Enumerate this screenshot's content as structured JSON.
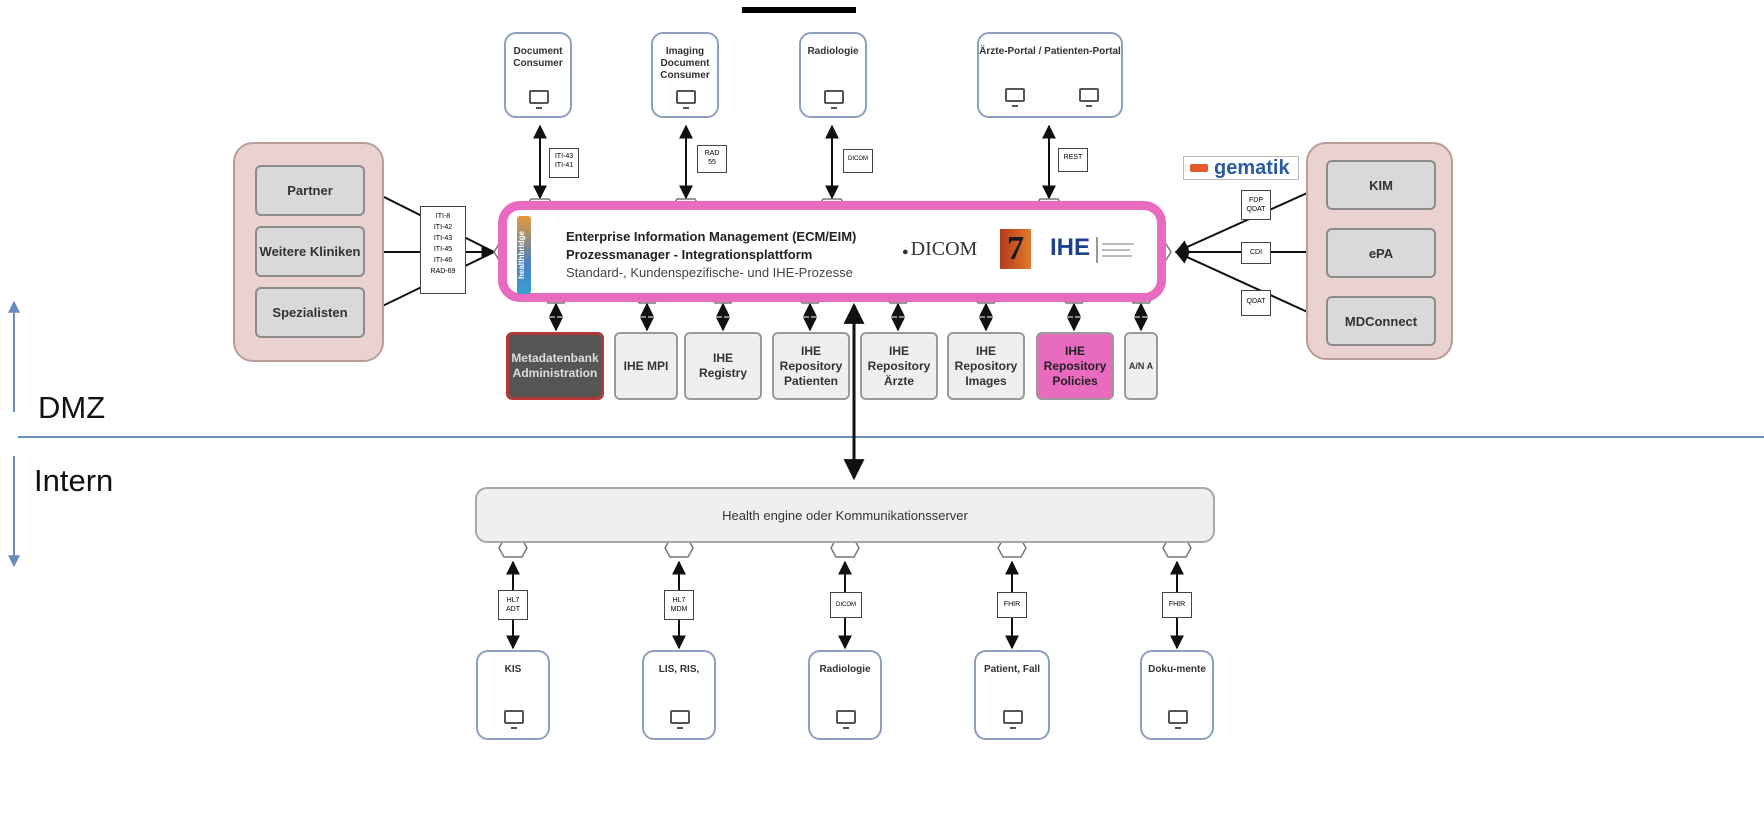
{
  "zones": {
    "dmz": "DMZ",
    "intern": "Intern"
  },
  "top_systems": [
    {
      "id": "doc-consumer",
      "label": "Document Consumer",
      "proto": "ITI-43 ITI-41"
    },
    {
      "id": "img-consumer",
      "label": "Imaging Document Consumer",
      "proto": "RAD 55"
    },
    {
      "id": "radiologie-top",
      "label": "Radiologie",
      "proto": "DICOM"
    },
    {
      "id": "portal",
      "label": "Ärzte-Portal / Patienten-Portal",
      "proto": "REST"
    }
  ],
  "left_group": {
    "items": [
      "Partner",
      "Weitere Kliniken",
      "Spezialisten"
    ],
    "protocols": [
      "ITI-8",
      "ITI-42",
      "ITI-43",
      "ITI-45",
      "ITI-46",
      "RAD-69"
    ]
  },
  "right_group": {
    "brand": "gematik",
    "items": [
      "KIM",
      "ePA",
      "MDConnect"
    ],
    "protocols": [
      "FDP QDAT",
      "CDI",
      "QDAT"
    ]
  },
  "eim": {
    "line1": "Enterprise Information Management (ECM/EIM)",
    "line2": "Prozessmanager - Integrationsplattform",
    "line3": "Standard-, Kundenspezifische- und IHE-Prozesse",
    "side_label": "healthbridge",
    "logos": {
      "dicom": "DICOM",
      "hl7": "7",
      "ihe": "IHE"
    }
  },
  "repositories": [
    {
      "id": "metadaten",
      "label": "Metadatenbank Administration",
      "style": "red"
    },
    {
      "id": "mpi",
      "label": "IHE MPI",
      "style": "normal"
    },
    {
      "id": "registry",
      "label": "IHE Registry",
      "style": "normal"
    },
    {
      "id": "repo-patienten",
      "label": "IHE Repository Patienten",
      "style": "normal"
    },
    {
      "id": "repo-aerzte",
      "label": "IHE Repository Ärzte",
      "style": "normal"
    },
    {
      "id": "repo-images",
      "label": "IHE Repository Images",
      "style": "normal"
    },
    {
      "id": "repo-policies",
      "label": "IHE Repository Policies",
      "style": "pink"
    },
    {
      "id": "arn",
      "label": "A/N A",
      "style": "normal"
    }
  ],
  "health_engine": {
    "label": "Health engine oder Kommunikationsserver"
  },
  "bottom_systems": [
    {
      "id": "kis",
      "label": "KIS",
      "proto": "HL7 ADT"
    },
    {
      "id": "lis",
      "label": "LIS, RIS,",
      "proto": "HL7 MDM"
    },
    {
      "id": "radiologie-bottom",
      "label": "Radiologie",
      "proto": "DICOM"
    },
    {
      "id": "patient",
      "label": "Patient, Fall",
      "proto": "FHIR"
    },
    {
      "id": "dokumente",
      "label": "Doku-mente",
      "proto": "FHIR"
    }
  ],
  "colors": {
    "dmz_line": "#6a8cbf",
    "eim_border": "#e86bc0",
    "group_bg": "#ead2d0",
    "repo_red": "#b23a3a",
    "repo_pink": "#e86bc0"
  }
}
